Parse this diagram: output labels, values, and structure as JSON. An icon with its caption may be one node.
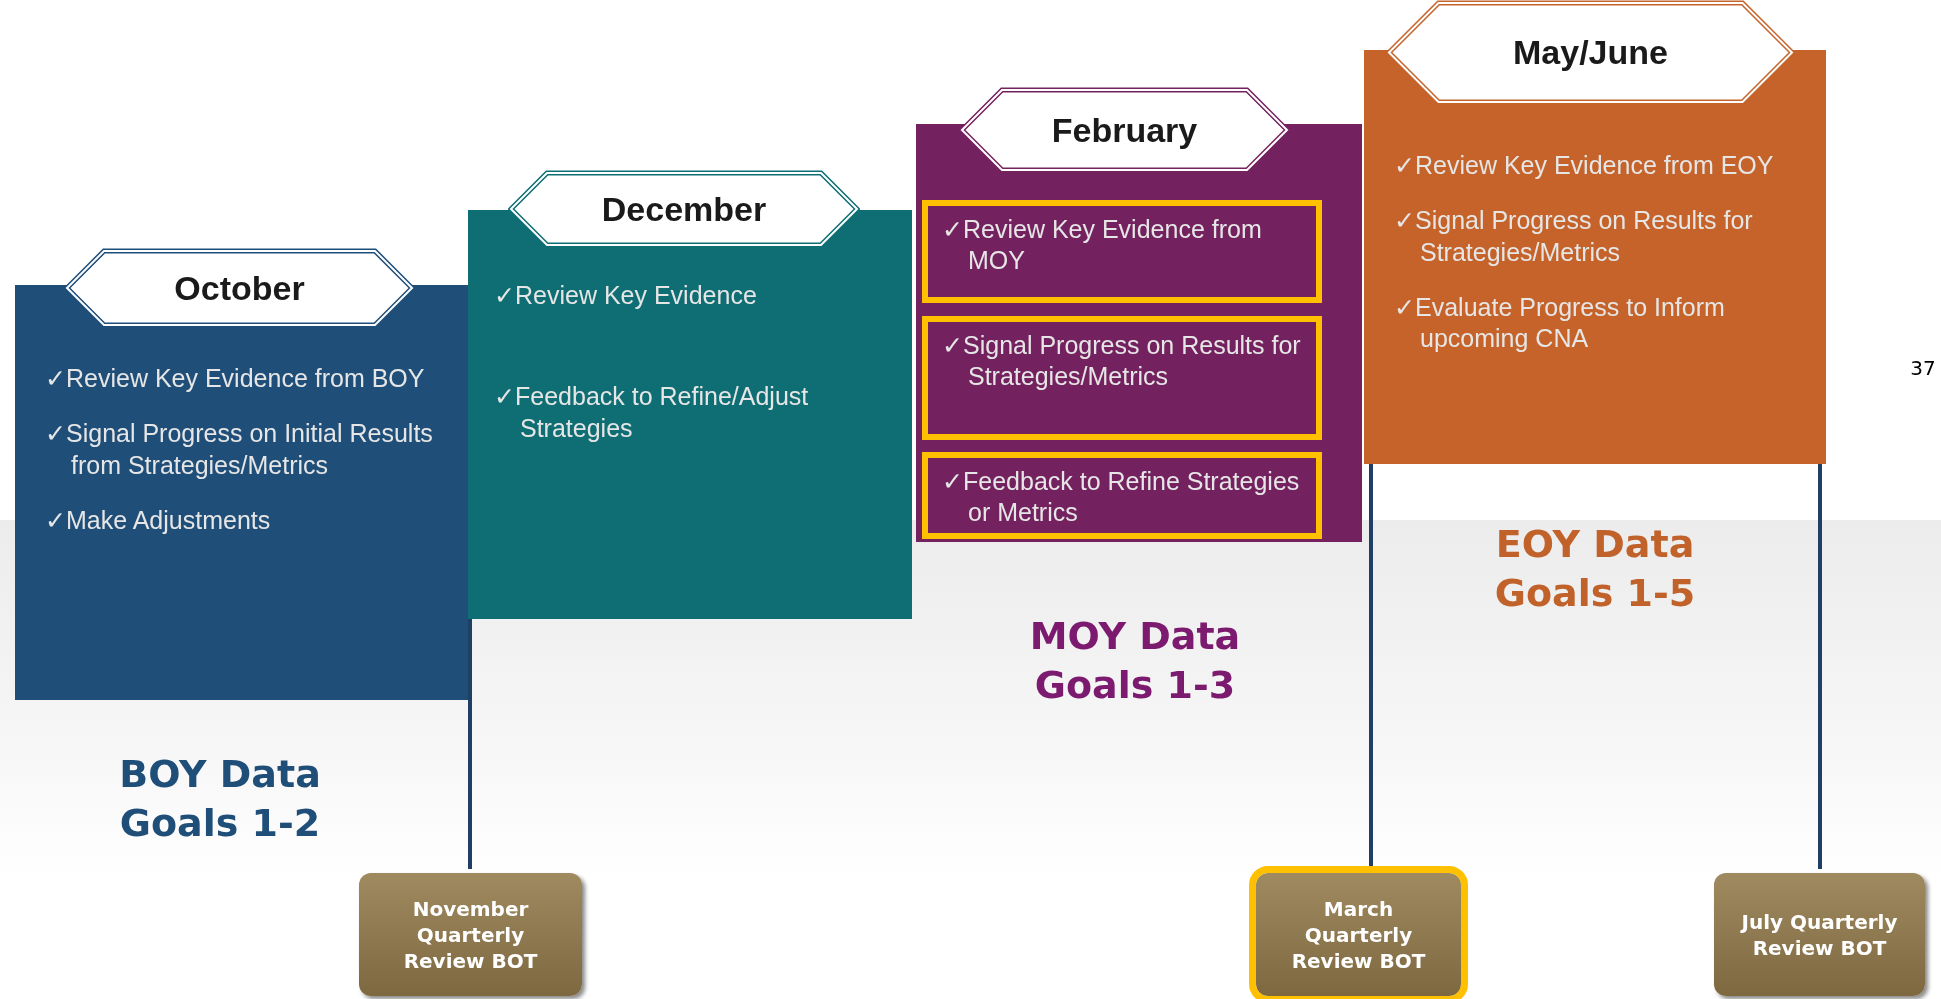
{
  "diagram": {
    "nodes": [
      {
        "text": [
          "October",
          "✓Review Key Evidence from BOY",
          "✓Signal Progress on Initial Results from Strategies/Metrics",
          "✓Make Adjustments"
        ]
      },
      {
        "text": [
          "December",
          "✓Review Key Evidence",
          "✓Feedback to Refine/Adjust Strategies"
        ]
      },
      {
        "text": [
          "February"
        ]
      },
      {
        "text": [
          "✓Review Key Evidence from MOY"
        ],
        "in": 2
      },
      {
        "text": [
          "✓Signal Progress on Results for Strategies/Metrics"
        ],
        "in": 2
      },
      {
        "text": [
          "✓Feedback to Refine Strategies or Metrics"
        ],
        "in": 2
      },
      {
        "text": [
          "May/June",
          "✓Review Key Evidence from EOY",
          "✓Signal Progress on Results for Strategies/Metrics",
          "✓Evaluate Progress to Inform upcoming CNA"
        ]
      },
      {
        "text": [
          "November Quarterly Review BOT"
        ]
      },
      {
        "text": [
          "March Quarterly Review BOT"
        ]
      },
      {
        "text": [
          "July Quarterly Review BOT"
        ]
      }
    ],
    "edges": [
      {
        "from": 1,
        "to": 7,
        "arrow": "none"
      },
      {
        "from": 6,
        "to": 8,
        "arrow": "none"
      },
      {
        "from": 6,
        "to": 9,
        "arrow": "none"
      }
    ],
    "labels": [
      "BOY Data Goals 1-2",
      "MOY Data Goals 1-3",
      "EOY Data Goals 1-5",
      "37"
    ]
  }
}
